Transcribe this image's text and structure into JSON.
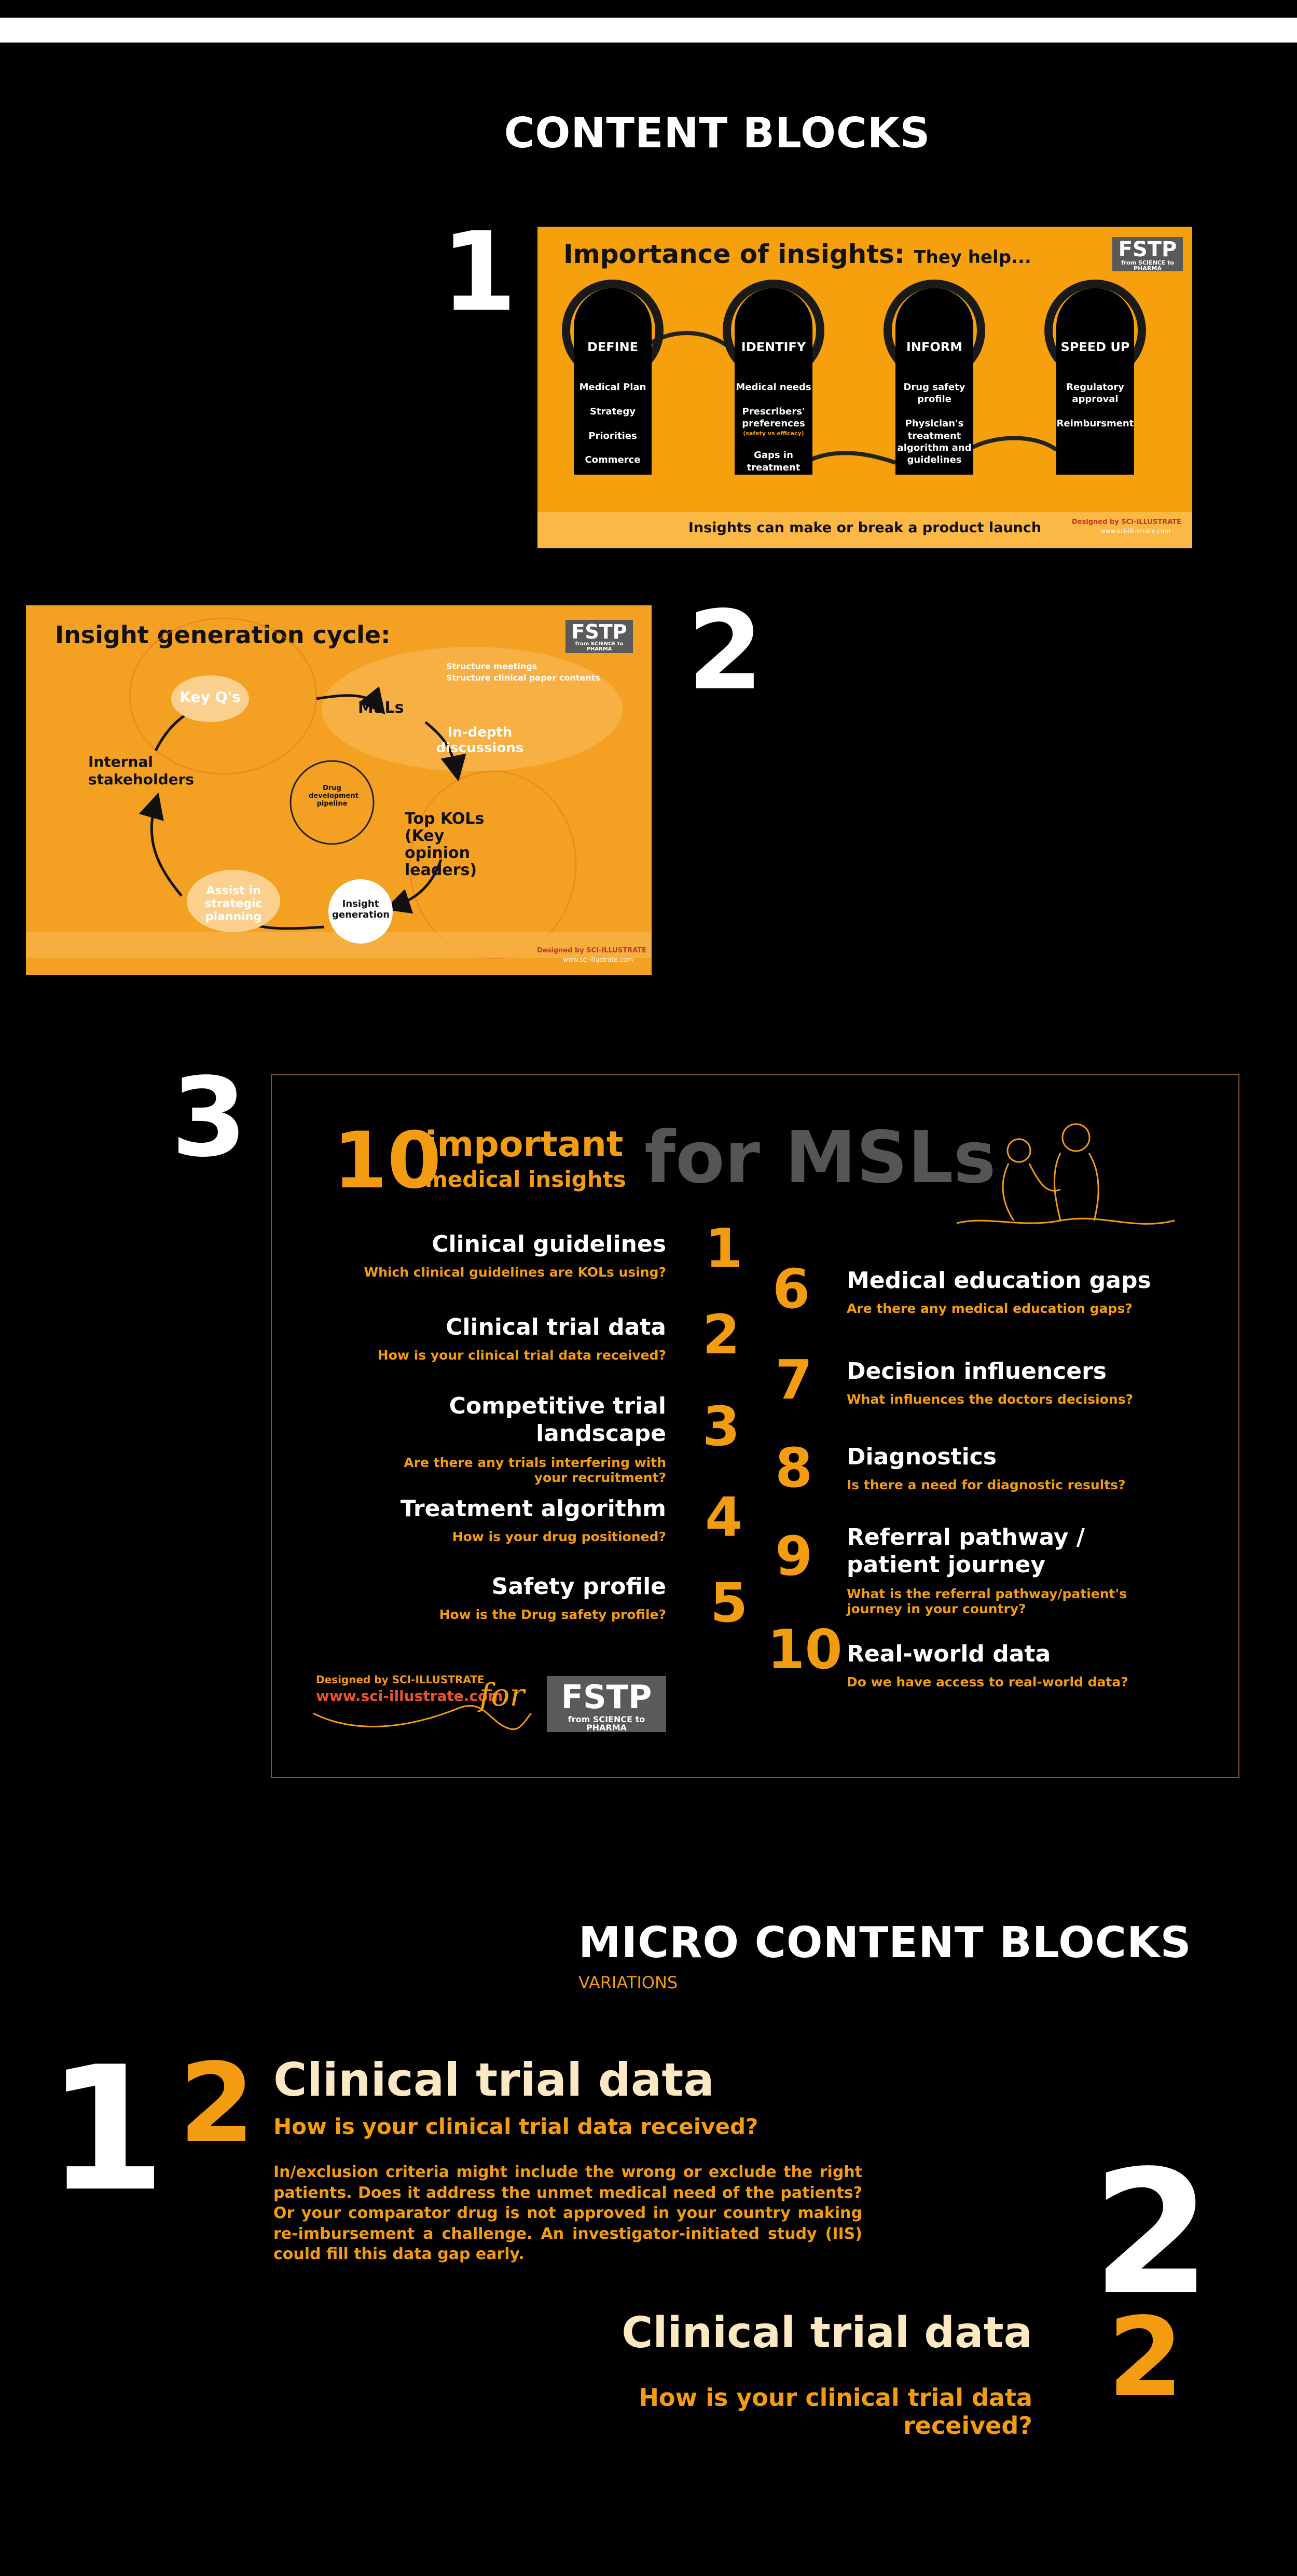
{
  "page_title": "CONTENT BLOCKS",
  "block_numbers": [
    "1",
    "2",
    "3"
  ],
  "block1": {
    "title": "Importance of insights:",
    "title_suffix": "They help...",
    "fstp": "FSTP",
    "fstp_sub": "from SCIENCE to PHARMA",
    "columns": [
      {
        "title": "DEFINE",
        "items": [
          "Medical Plan",
          "Strategy",
          "Priorities",
          "Commerce"
        ]
      },
      {
        "title": "IDENTIFY",
        "items": [
          "Medical needs",
          "Prescribers' preferences",
          "(safety vs efficacy)",
          "Gaps in treatment"
        ]
      },
      {
        "title": "INFORM",
        "items": [
          "Drug safety profile",
          "Physician's treatment algorithm and guidelines"
        ]
      },
      {
        "title": "SPEED UP",
        "items": [
          "Regulatory approval",
          "Reimbursment"
        ]
      }
    ],
    "footer": "Insights can make or break a product launch",
    "credit": "Designed by SCI-ILLUSTRATE",
    "credit_url": "www.sci-illustrate.com"
  },
  "block2": {
    "title": "Insight generation cycle:",
    "fstp": "FSTP",
    "fstp_sub": "from SCIENCE to PHARMA",
    "nodes": {
      "key_q": "Key Q's",
      "msls": "MSLs",
      "structure": "Structure meetings",
      "structure2": "Structure clinical paper contents",
      "in_depth": "In-depth discussions",
      "top_kols": "Top KOLs (Key opinion leaders)",
      "insight": "Insight generation",
      "assist": "Assist in strategic planning",
      "internal": "Internal stakeholders",
      "pipeline": "Drug development pipeline"
    },
    "credit": "Designed by SCI-ILLUSTRATE",
    "credit_url": "www.sci-illustrate.com"
  },
  "block3": {
    "title_num": "10",
    "title_important": "important",
    "title_medical": "medical insights",
    "title_for": "for MSLs",
    "left": [
      {
        "num": "1",
        "head": "Clinical guidelines",
        "sub": "Which clinical guidelines are KOLs using?"
      },
      {
        "num": "2",
        "head": "Clinical trial data",
        "sub": "How is your clinical trial data received?"
      },
      {
        "num": "3",
        "head": "Competitive trial landscape",
        "sub": "Are there any trials interfering with your recruitment?"
      },
      {
        "num": "4",
        "head": "Treatment algorithm",
        "sub": "How is your drug positioned?"
      },
      {
        "num": "5",
        "head": "Safety profile",
        "sub": "How is the Drug safety profile?"
      }
    ],
    "right": [
      {
        "num": "6",
        "head": "Medical education gaps",
        "sub": "Are there any medical education gaps?"
      },
      {
        "num": "7",
        "head": "Decision influencers",
        "sub": "What influences the doctors decisions?"
      },
      {
        "num": "8",
        "head": "Diagnostics",
        "sub": "Is there a need for diagnostic results?"
      },
      {
        "num": "9",
        "head": "Referral pathway / patient journey",
        "sub": "What is the referral pathway/patient's journey in your country?"
      },
      {
        "num": "10",
        "head": "Real-world data",
        "sub": "Do we have access to real-world data?"
      }
    ],
    "credit": "Designed by SCI-ILLUSTRATE",
    "credit_url": "www.sci-illustrate.com",
    "credit_for": "for",
    "fstp": "FSTP",
    "fstp_sub": "from SCIENCE to PHARMA"
  },
  "micro": {
    "title": "MICRO CONTENT BLOCKS",
    "subtitle": "VARIATIONS",
    "var1_num": "1",
    "var1_badge": "2",
    "var1_head": "Clinical trial data",
    "var1_sub": "How is your clinical trial data received?",
    "var1_body": "In/exclusion criteria might include the wrong or exclude the right patients. Does it address the unmet medical need of the patients?Or your comparator drug is not approved in your country making re-imbursement a challenge. An investigator-initiated study (IIS) could fill this data gap early.",
    "var2_num": "2",
    "var2_badge": "2",
    "var2_head": "Clinical trial data",
    "var2_sub": "How is your clinical trial data received?"
  },
  "colors": {
    "orange": "#f39c12",
    "panel_orange": "#f5a00c",
    "cream": "#fde8c4",
    "black": "#000000"
  }
}
